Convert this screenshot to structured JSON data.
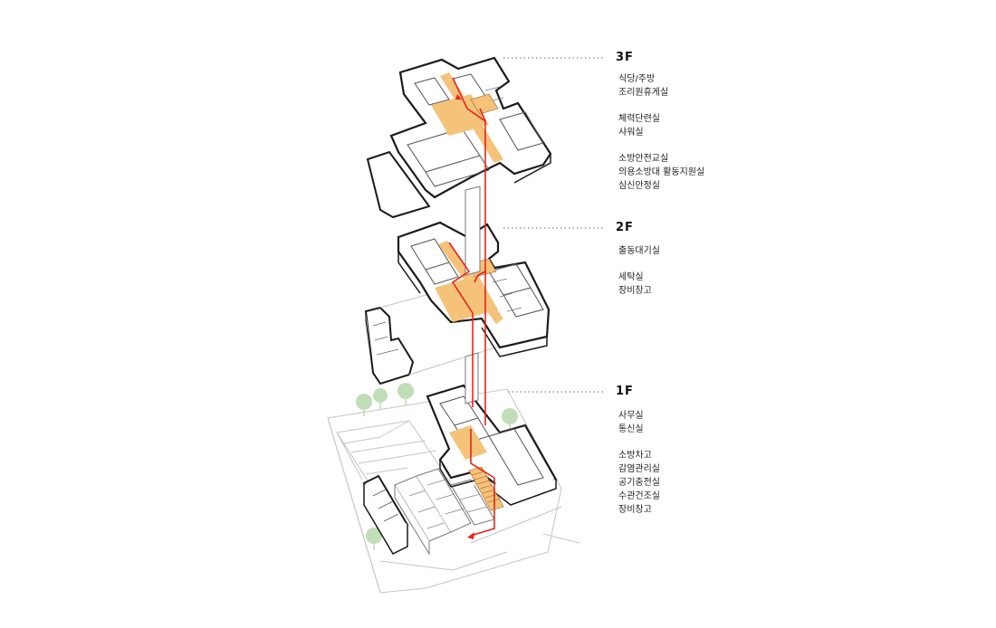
{
  "colors": {
    "circulation": "#f5c27a",
    "route": "#e8231b",
    "wall": "#1a1a1a",
    "site_line": "#bdbdbd",
    "tree": "#b9dbb1"
  },
  "floors": [
    {
      "id": "3f",
      "label": "3F",
      "groups": [
        [
          "식당/주방",
          "조리원휴게실"
        ],
        [
          "체력단련실",
          "샤워실"
        ],
        [
          "소방안전교실",
          "의용소방대 활동지원실",
          "심신안정실"
        ]
      ]
    },
    {
      "id": "2f",
      "label": "2F",
      "groups": [
        [
          "출동대기실"
        ],
        [
          "세탁실",
          "장비창고"
        ]
      ]
    },
    {
      "id": "1f",
      "label": "1F",
      "groups": [
        [
          "사무실",
          "통신실"
        ],
        [
          "소방차고",
          "감염관리실",
          "공기충전실",
          "수관건조실",
          "장비창고"
        ]
      ]
    }
  ]
}
